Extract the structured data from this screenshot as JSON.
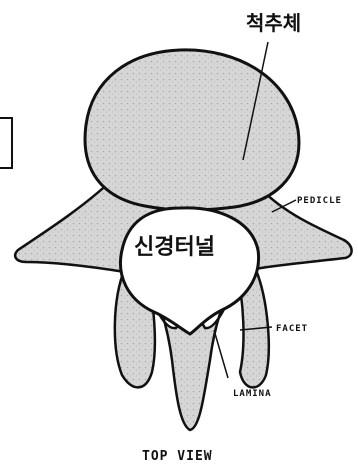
{
  "figure": {
    "labels": {
      "vertebral_body": "척추체",
      "spinal_canal": "신경터널",
      "pedicle": "PEDICLE",
      "facet": "FACET",
      "lamina": "LAMINA",
      "view": "TOP VIEW"
    },
    "colors": {
      "bone_fill": "#d9d9d9",
      "stroke": "#111111",
      "canal_fill": "#ffffff",
      "background": "#ffffff"
    }
  }
}
